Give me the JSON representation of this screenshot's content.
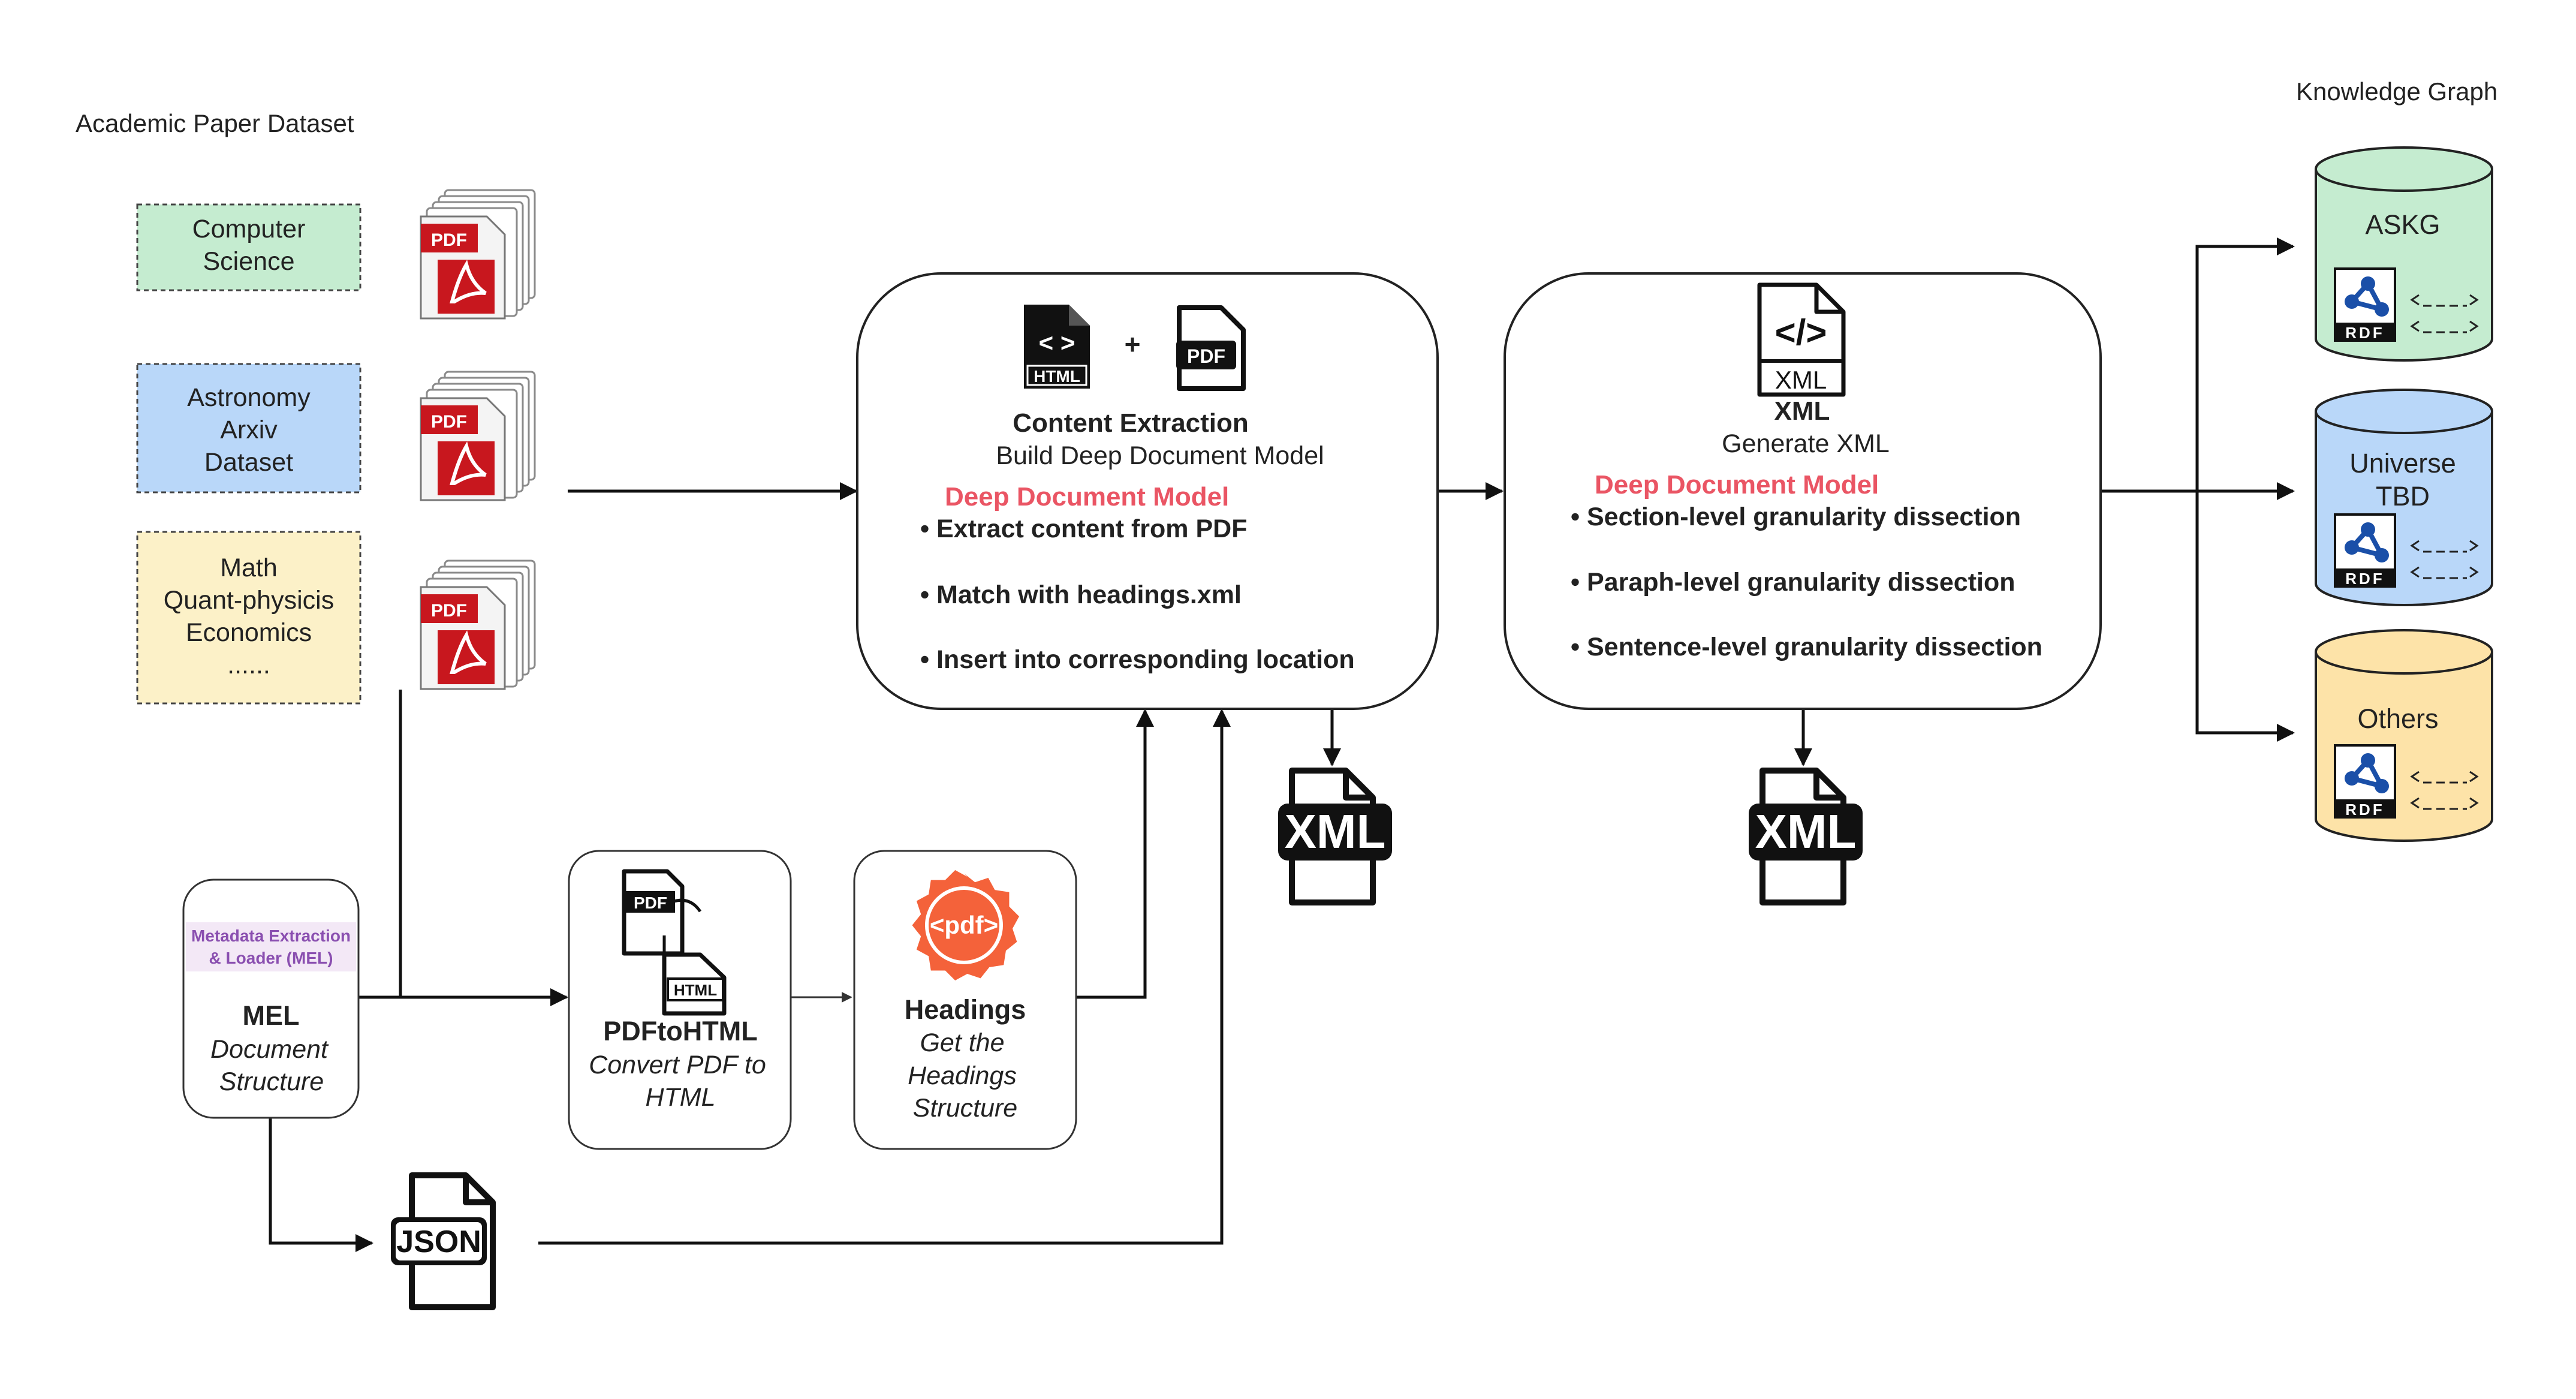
{
  "titles": {
    "dataset": "Academic Paper Dataset",
    "knowledge_graph": "Knowledge Graph"
  },
  "datasets": [
    {
      "lines": [
        "Computer",
        "Science"
      ],
      "color": "#c5ecd0"
    },
    {
      "lines": [
        "Astronomy",
        "Arxiv",
        "Dataset"
      ],
      "color": "#b9d7f9"
    },
    {
      "lines": [
        "Math",
        "Quant-physicis",
        "Economics",
        "......"
      ],
      "color": "#fcf1c8"
    }
  ],
  "pdf_badge": "PDF",
  "icons": {
    "html": "HTML",
    "pdf": "PDF",
    "plus": "+",
    "xml": "XML",
    "json": "JSON",
    "pdf_round": "<pdf>",
    "rdf": "RDF",
    "code": "</>",
    "html_brackets": "< >"
  },
  "content_extraction": {
    "title": "Content Extraction",
    "subtitle": "Build Deep Document Model",
    "model_label": "Deep Document Model",
    "bullets": [
      "• Extract content from PDF",
      "• Match with headings.xml",
      "• Insert into corresponding location"
    ]
  },
  "xml_box": {
    "title": "XML",
    "subtitle": "Generate XML",
    "model_label": "Deep Document Model",
    "bullets": [
      "• Section-level granularity dissection",
      "• Paraph-level granularity dissection",
      "• Sentence-level granularity dissection"
    ]
  },
  "mel": {
    "badge_lines": [
      "Metadata Extraction",
      "& Loader (MEL)"
    ],
    "title": "MEL",
    "desc_lines": [
      "Document",
      "Structure"
    ]
  },
  "pdftohtml": {
    "title": "PDFtoHTML",
    "desc_lines": [
      "Convert PDF to",
      "HTML"
    ]
  },
  "headings": {
    "title": "Headings",
    "desc_lines": [
      "Get the",
      "Headings",
      "Structure"
    ]
  },
  "knowledge_graphs": [
    {
      "lines": [
        "ASKG"
      ],
      "color": "#c5ecd0"
    },
    {
      "lines": [
        "Universe",
        "TBD"
      ],
      "color": "#b9d7f9"
    },
    {
      "lines": [
        "Others"
      ],
      "color": "#fde3a8"
    }
  ],
  "colors": {
    "highlight_red": "#ea5564",
    "pdf_red": "#c8171e",
    "mel_purple": "#8a4fb0"
  }
}
